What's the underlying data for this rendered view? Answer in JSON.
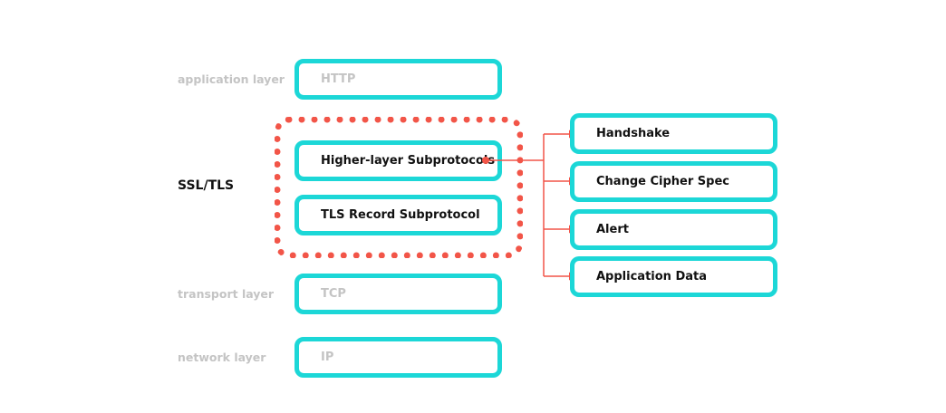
{
  "layers": {
    "application": {
      "label": "application layer",
      "box": "HTTP"
    },
    "ssl": {
      "label": "SSL/TLS",
      "higher": "Higher-layer Subprotocols",
      "record": "TLS Record Subprotocol"
    },
    "transport": {
      "label": "transport layer",
      "box": "TCP"
    },
    "network": {
      "label": "network layer",
      "box": "IP"
    }
  },
  "subprotocols": [
    {
      "label": "Handshake"
    },
    {
      "label": "Change Cipher Spec"
    },
    {
      "label": "Alert"
    },
    {
      "label": "Application Data"
    }
  ],
  "colors": {
    "box_border": "#1cd7d7",
    "ssl_border": "#f25548",
    "connector": "#f25548",
    "muted_text": "#c4c4c4",
    "dark_text": "#111111"
  }
}
